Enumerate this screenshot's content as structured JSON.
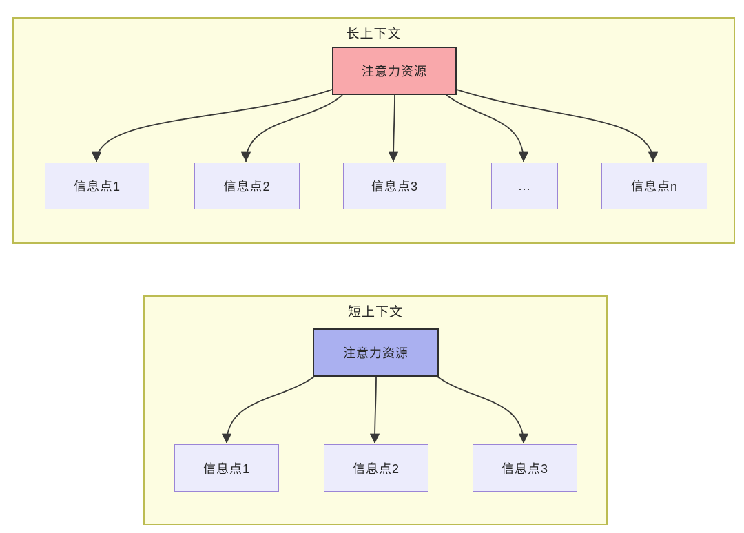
{
  "colors": {
    "container_fill": "#fdfde1",
    "container_border": "#bcbc52",
    "attention_long_fill": "#f9a8ab",
    "attention_short_fill": "#aab0f0",
    "attention_border": "#2f2f2f",
    "info_fill": "#ececfc",
    "info_border": "#9b85d6",
    "arrow": "#383838",
    "text": "#262626"
  },
  "long_context": {
    "title": "长上下文",
    "attention_label": "注意力资源",
    "info_points": [
      "信息点1",
      "信息点2",
      "信息点3",
      "...",
      "信息点n"
    ],
    "edges": [
      {
        "from": "注意力资源",
        "to": "信息点1"
      },
      {
        "from": "注意力资源",
        "to": "信息点2"
      },
      {
        "from": "注意力资源",
        "to": "信息点3"
      },
      {
        "from": "注意力资源",
        "to": "..."
      },
      {
        "from": "注意力资源",
        "to": "信息点n"
      }
    ]
  },
  "short_context": {
    "title": "短上下文",
    "attention_label": "注意力资源",
    "info_points": [
      "信息点1",
      "信息点2",
      "信息点3"
    ],
    "edges": [
      {
        "from": "注意力资源",
        "to": "信息点1"
      },
      {
        "from": "注意力资源",
        "to": "信息点2"
      },
      {
        "from": "注意力资源",
        "to": "信息点3"
      }
    ]
  }
}
